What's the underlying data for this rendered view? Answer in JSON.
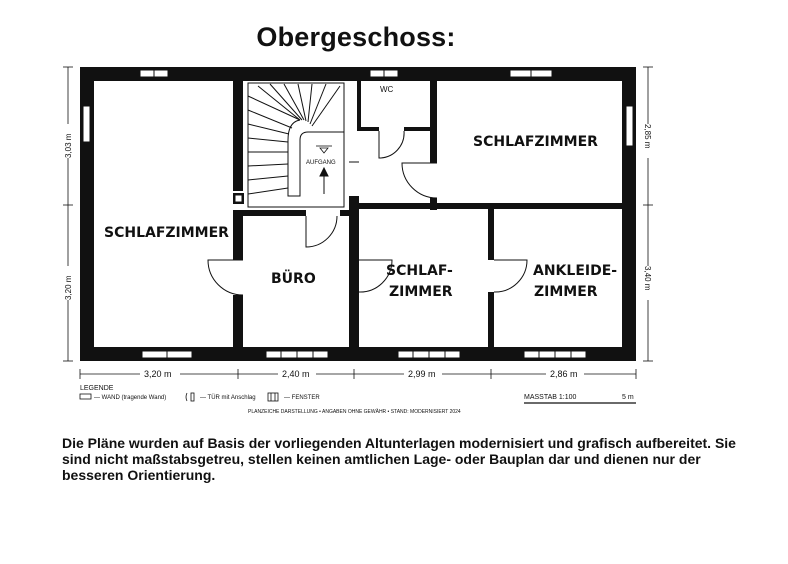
{
  "title": "Obergeschoss:",
  "rooms": {
    "schlafzimmer_left": "SCHLAFZIMMER",
    "schlafzimmer_right": "SCHLAFZIMMER",
    "buero": "BÜRO",
    "schlafzimmer_small_1": "SCHLAF-",
    "schlafzimmer_small_2": "ZIMMER",
    "ankleide_1": "ANKLEIDE-",
    "ankleide_2": "ZIMMER",
    "wc": "WC",
    "aufgang": "AUFGANG"
  },
  "dimensions": {
    "bottom": [
      "3,20 m",
      "2,40 m",
      "2,99 m",
      "2,86 m"
    ],
    "left": [
      "3,03 m",
      "3,20 m"
    ],
    "right": [
      "2,85 m",
      "3,40 m"
    ]
  },
  "legend": {
    "title": "LEGENDE",
    "wall": "— WAND (tragende Wand)",
    "door": "— TÜR mit Anschlag",
    "window": "— FENSTER",
    "scale": "MASSTAB 1:100",
    "scale_length": "5 m",
    "note": "PLANZEICHE DARSTELLUNG • ANGABEN OHNE GEWÄHR • STAND: MODERNISIERT 2024"
  },
  "disclaimer": "Die Pläne wurden auf Basis der vorliegenden Altunterlagen modernisiert und grafisch aufbereitet. Sie sind nicht maßstabsgetreu, stellen keinen amtlichen Lage- oder Bauplan dar und dienen nur der besseren Orientierung."
}
